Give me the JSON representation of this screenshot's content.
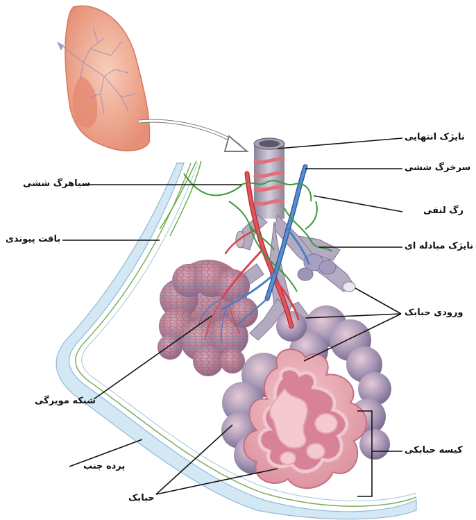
{
  "labels": {
    "terminal_bronchiole": "نایژک انتهایی",
    "pulmonary_artery": "سرخرگ ششی",
    "pulmonary_vein": "سیاهرگ ششی",
    "lymph_vessel": "رگ لنفی",
    "connective_tissue": "بافت پیوندی",
    "respiratory_bronchiole": "نایژک مبادله ای",
    "alveolar_duct": "ورودی حبابک",
    "capillary_network": "شبکه مویرگی",
    "alveolar_sac": "کیسه حبابکی",
    "pleura": "پرده جنب",
    "alveolus": "حبابک"
  },
  "colors": {
    "lung": "#f2b49c",
    "alveoli": "#c99aa8",
    "alveoli_inner": "#e9b7bd",
    "artery_red": "#d8404a",
    "vein_blue": "#4c7fc0",
    "lymph_green": "#49a83f",
    "pleura_blue": "#bcd8ec",
    "bronchiole_grey": "#b9b1c4"
  }
}
